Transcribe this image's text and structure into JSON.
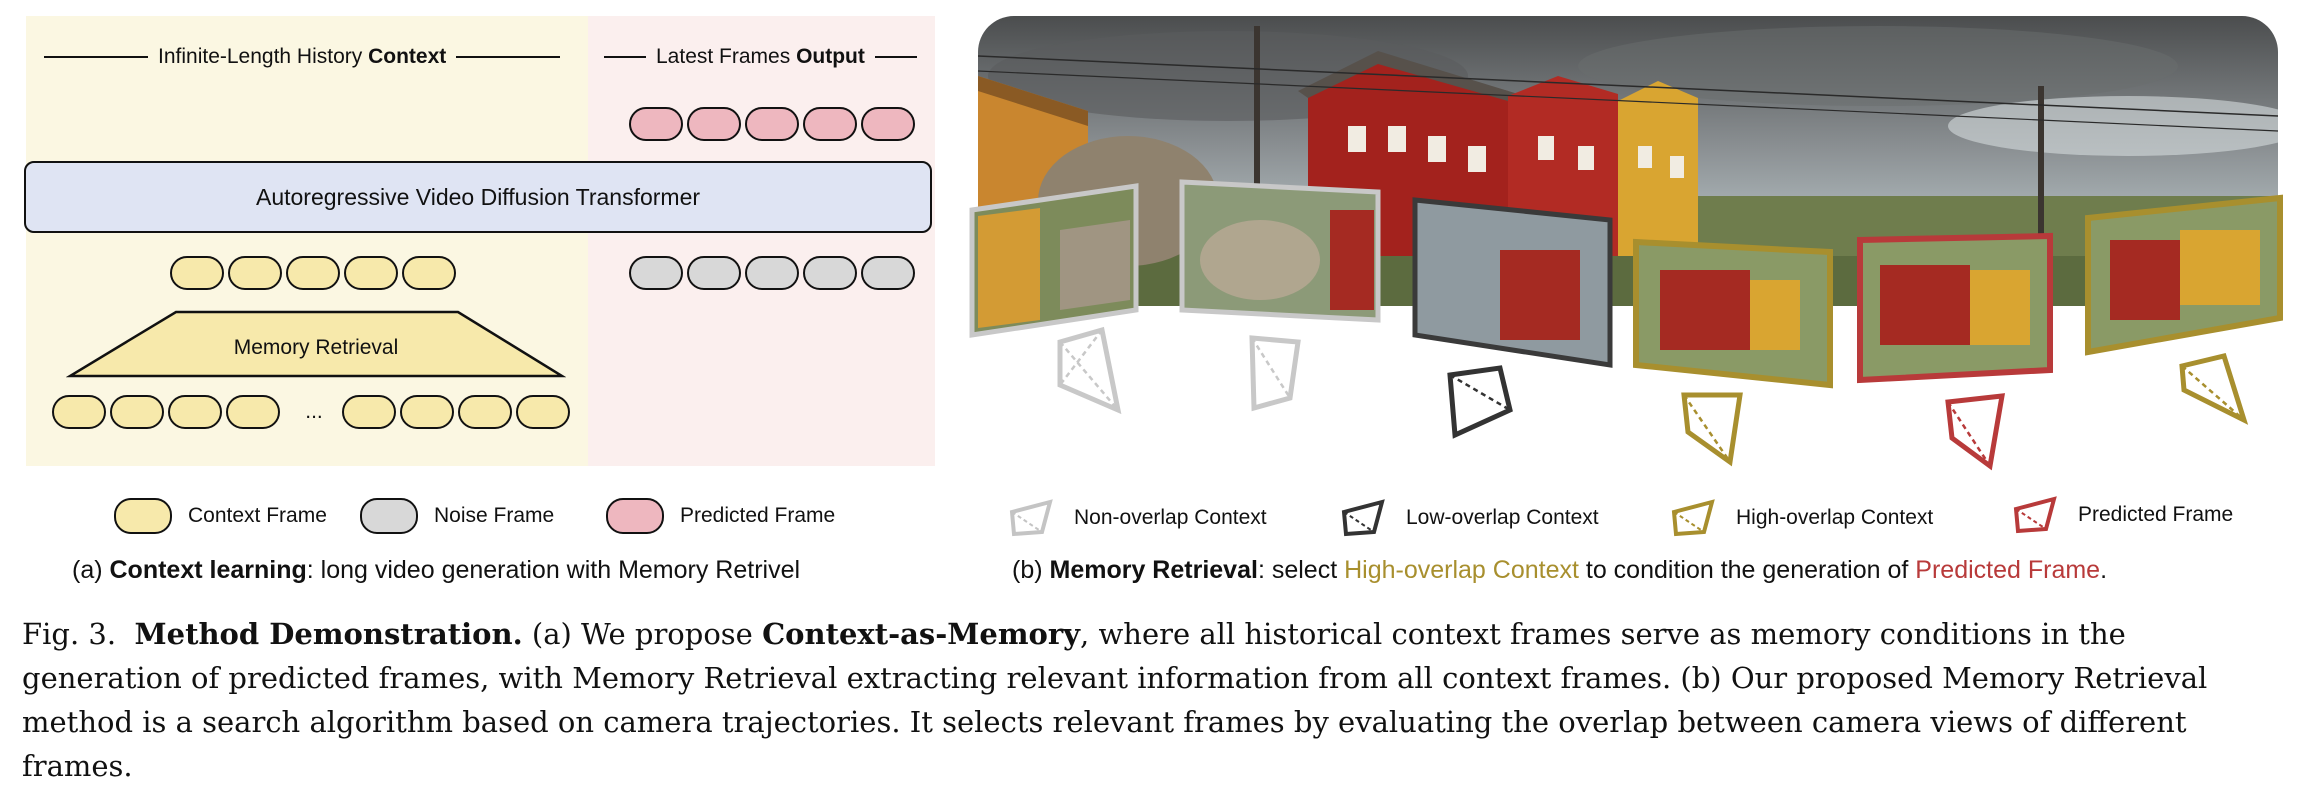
{
  "panel_a": {
    "header_context_prefix": "Infinite-Length History ",
    "header_context_bold": "Context",
    "header_output_prefix": "Latest Frames ",
    "header_output_bold": "Output",
    "transformer_label": "Autoregressive Video Diffusion Transformer",
    "retrieval_label": "Memory Retrieval",
    "ellipsis": "...",
    "legend": [
      {
        "label": "Context Frame",
        "color": "#f7e9ab"
      },
      {
        "label": "Noise Frame",
        "color": "#d8d8d8"
      },
      {
        "label": "Predicted Frame",
        "color": "#eeb7bf"
      }
    ],
    "caption_prefix": "(a) ",
    "caption_bold": "Context learning",
    "caption_rest": ": long video generation with Memory Retrivel"
  },
  "panel_b": {
    "legend": [
      {
        "label": "Non-overlap Context",
        "color": "#c4c4c4"
      },
      {
        "label": "Low-overlap Context",
        "color": "#333333"
      },
      {
        "label": "High-overlap Context",
        "color": "#a88f2e"
      },
      {
        "label": "Predicted Frame",
        "color": "#b83a3a"
      }
    ],
    "caption_prefix": "(b) ",
    "caption_bold": "Memory Retrieval",
    "caption_mid1": ": select ",
    "caption_hi": "High-overlap Context",
    "caption_mid2": " to condition the generation of ",
    "caption_pred": "Predicted Frame",
    "caption_end": "."
  },
  "figure_caption": {
    "fig_label": "Fig. 3.  ",
    "bold_title": "Method Demonstration.",
    "part1": " (a) We propose ",
    "bold_name": "Context-as-Memory",
    "part2": ", where all historical context frames serve as memory conditions in the generation of predicted frames, with Memory Retrieval extracting relevant information from all context frames. (b) Our proposed Memory Retrieval method is a search algorithm based on camera trajectories. It selects relevant frames by evaluating the overlap between camera views of different frames."
  },
  "colors": {
    "context_bg": "#fbf7e2",
    "output_bg": "#fbefee",
    "transformer_fill": "#dfe4f3",
    "high_overlap": "#a88f2e",
    "predicted": "#b83a3a",
    "non_overlap": "#c4c4c4",
    "low_overlap": "#333333"
  }
}
